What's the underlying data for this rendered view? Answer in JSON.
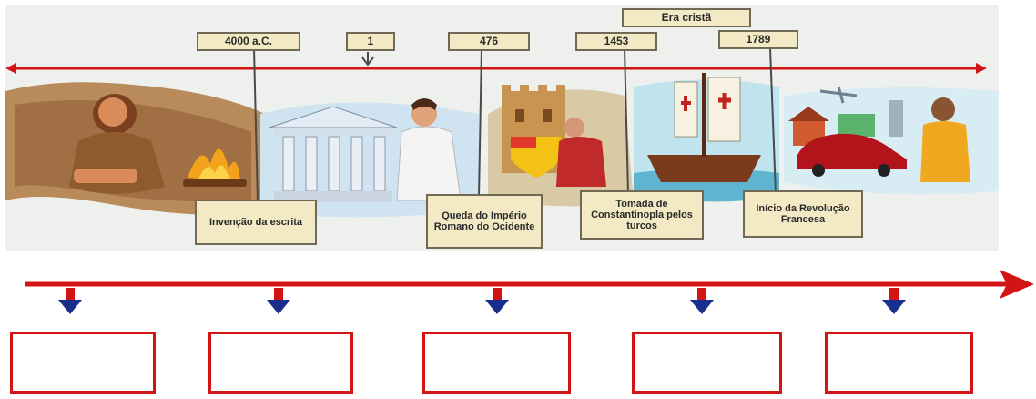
{
  "timeline": {
    "era_label": "Era cristã",
    "dates": [
      {
        "label": "4000 a.C."
      },
      {
        "label": "1"
      },
      {
        "label": "476"
      },
      {
        "label": "1453"
      },
      {
        "label": "1789"
      }
    ],
    "events": [
      {
        "label": "Invenção da escrita"
      },
      {
        "label": "Queda do Império Romano do Ocidente"
      },
      {
        "label": "Tomada de Constantinopla pelos turcos"
      },
      {
        "label": "Início da Revolução Francesa"
      }
    ]
  },
  "exercise": {
    "answer_boxes": [
      {
        "value": ""
      },
      {
        "value": ""
      },
      {
        "value": ""
      },
      {
        "value": ""
      },
      {
        "value": ""
      }
    ]
  },
  "colors": {
    "axis_red": "#d21414",
    "arrow_blue": "#1a2f8c",
    "label_bg": "#f3e9c4"
  }
}
